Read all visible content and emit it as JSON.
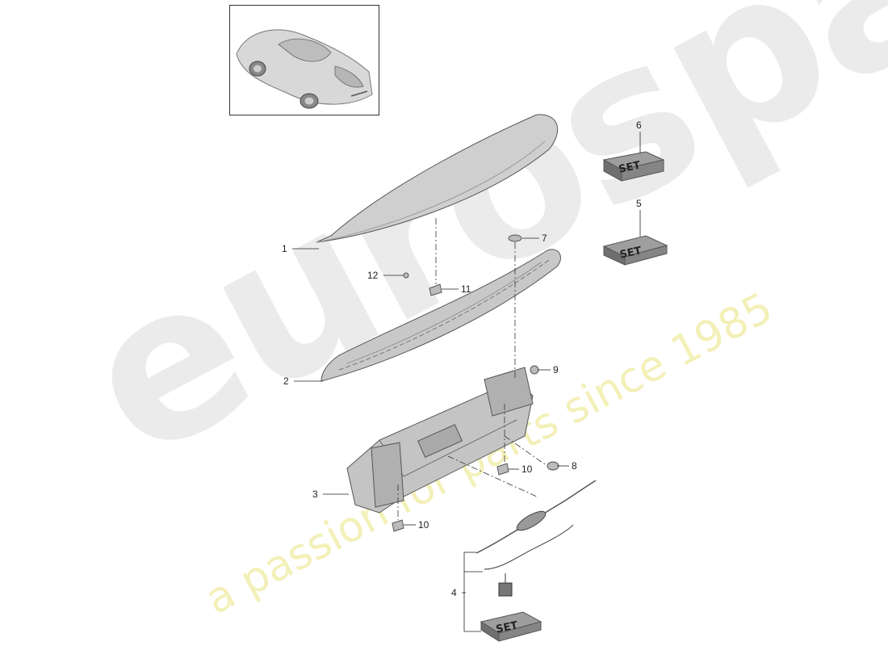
{
  "watermark": {
    "brand": "eurospares",
    "tagline": "a passion for parts since 1985"
  },
  "callouts": {
    "c1": "1",
    "c2": "2",
    "c3": "3",
    "c4": "4",
    "c5": "5",
    "c6": "6",
    "c7": "7",
    "c8": "8",
    "c9": "9",
    "c10a": "10",
    "c10b": "10",
    "c11": "11",
    "c12": "12"
  },
  "set_boxes": {
    "s6": "SET",
    "s5": "SET",
    "s4": "SET"
  },
  "colors": {
    "part_fill": "#c9c9c9",
    "part_stroke": "#555555",
    "line": "#333333",
    "watermark_gray": "#ebebeb",
    "watermark_yellow": "#f3f0b8"
  }
}
